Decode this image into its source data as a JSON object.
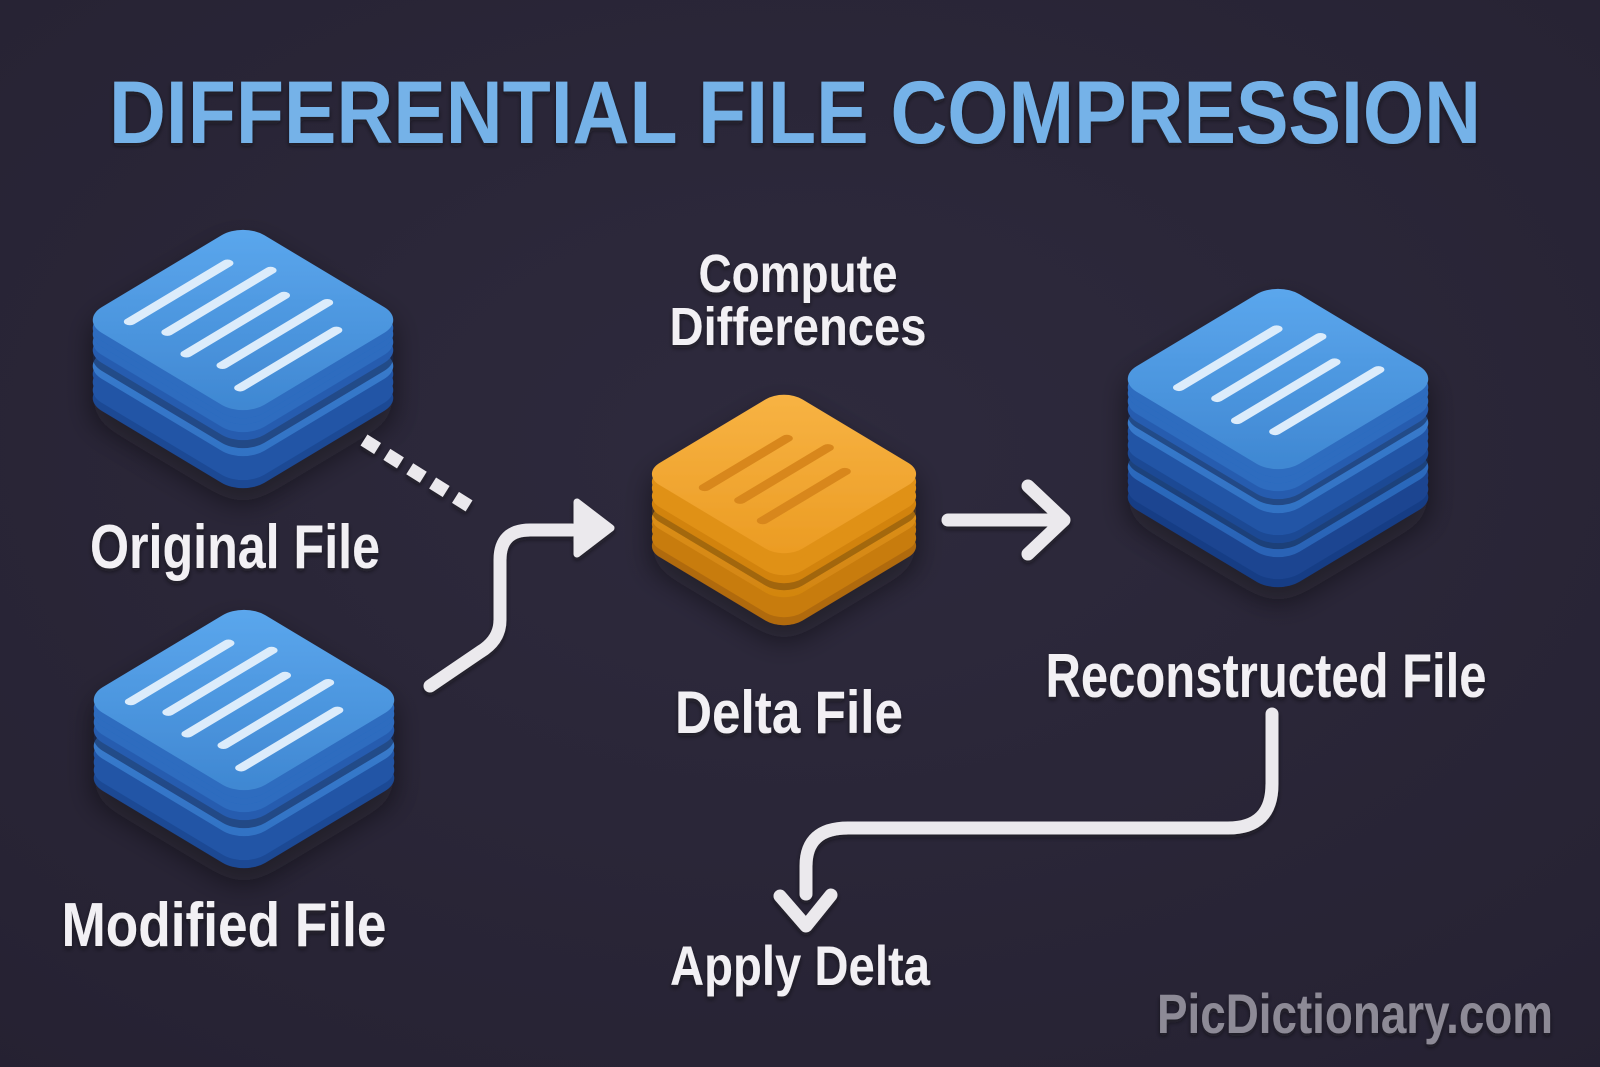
{
  "title": "DIFFERENTIAL FILE COMPRESSION",
  "nodes": {
    "original": {
      "label": "Original File"
    },
    "modified": {
      "label": "Modified File"
    },
    "delta": {
      "label": "Delta File"
    },
    "reconstructed": {
      "label": "Reconstructed File"
    }
  },
  "annotations": {
    "compute_line1": "Compute",
    "compute_line2": "Differences",
    "apply_delta": "Apply Delta"
  },
  "watermark": "PicDictionary.com",
  "colors": {
    "background": "#272334",
    "title": "#74b2e8",
    "label_text": "#f2f0f4",
    "watermark": "#8d8a96",
    "file_blue": "#4f9ce2",
    "file_blue_dark": "#2155a6",
    "delta_orange": "#f2a637",
    "delta_orange_dark": "#d28510",
    "arrow": "#ebe9ed"
  }
}
